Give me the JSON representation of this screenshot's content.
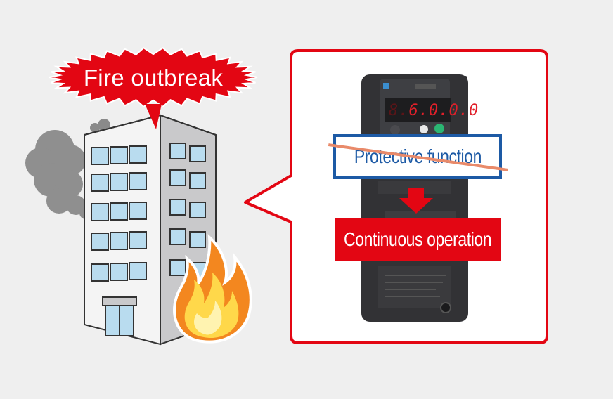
{
  "callout": {
    "label": "Fire outbreak"
  },
  "panel": {
    "protective_label": "Protective function",
    "continuous_label": "Continuous operation",
    "device_display": "6.0.0.0",
    "device_display_prefix": "8."
  },
  "colors": {
    "background": "#efefef",
    "accent_red": "#e30613",
    "protective_blue": "#1d5aa5",
    "strike_orange": "#e98a6a",
    "building_grey": "#c7c7c9",
    "smoke_grey": "#8e8e8e",
    "flame_orange": "#f08a1c",
    "flame_yellow": "#ffd84a"
  },
  "icons": [
    "fire-icon",
    "smoke-icon",
    "building-icon",
    "inverter-device-icon",
    "down-arrow-icon"
  ]
}
